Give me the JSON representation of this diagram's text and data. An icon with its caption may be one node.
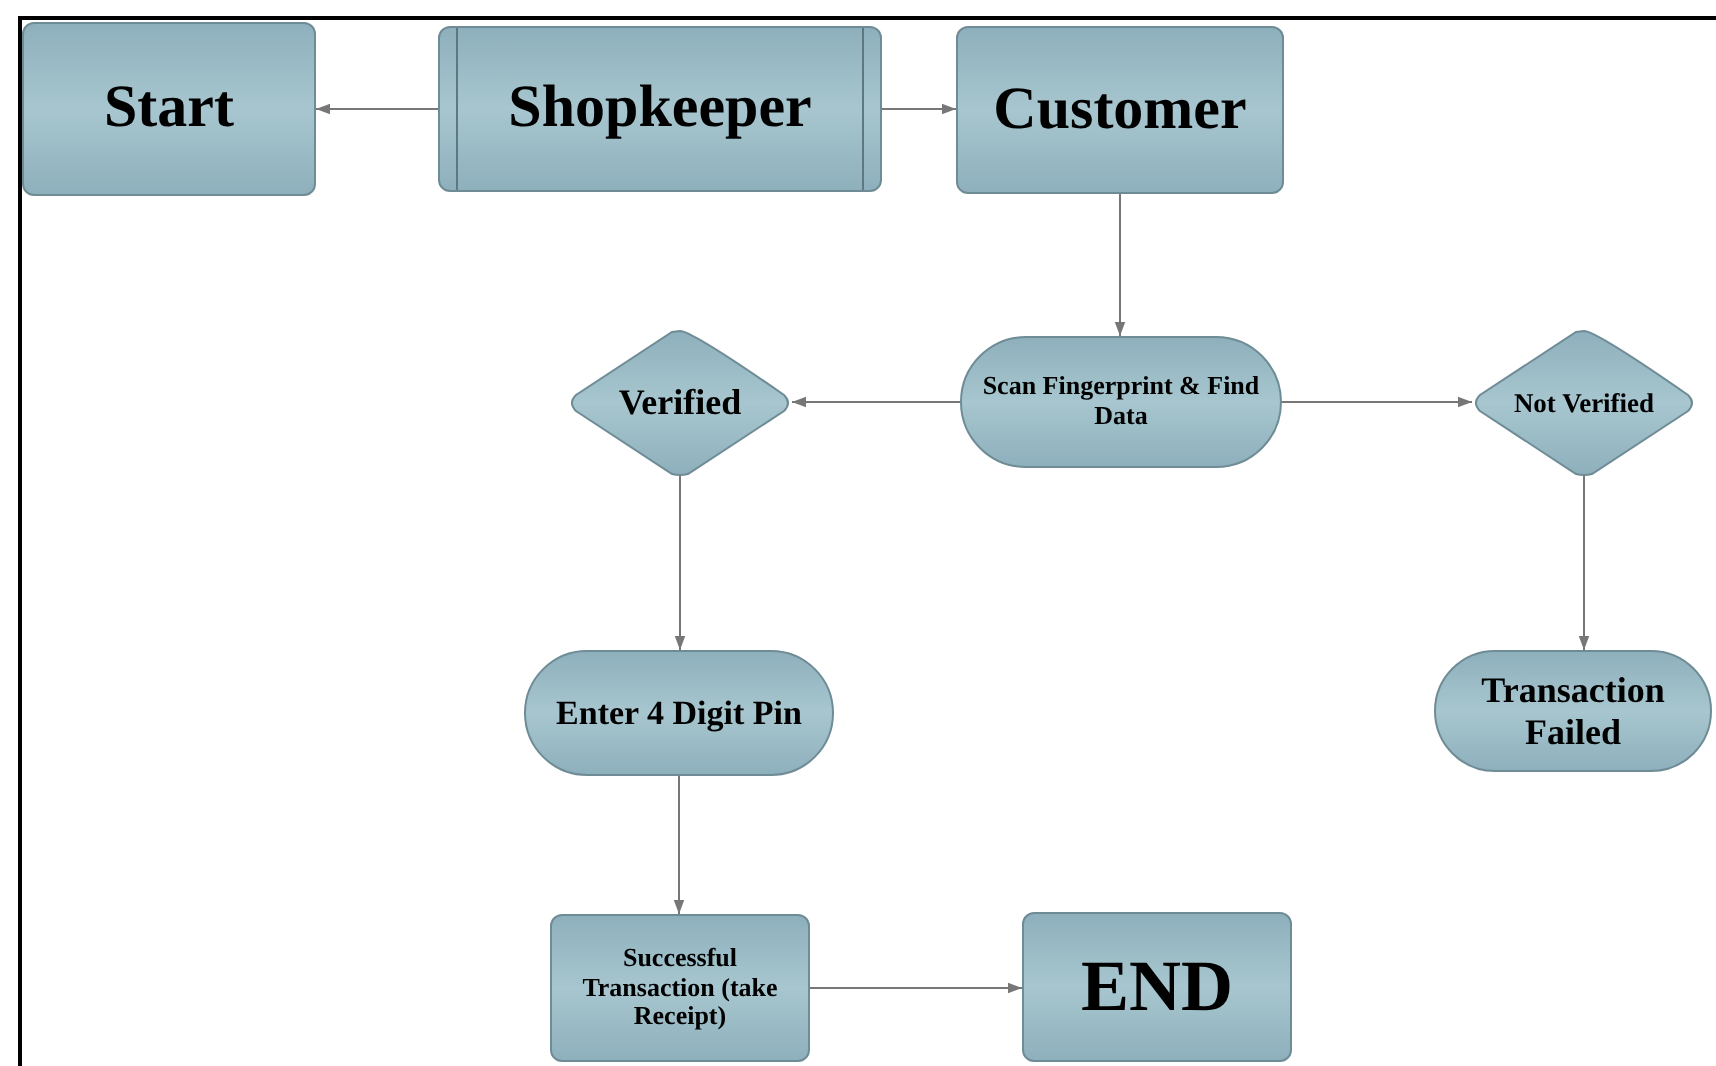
{
  "diagram": {
    "nodes": [
      {
        "text": [
          "Start"
        ]
      },
      {
        "text": [
          "Shopkeeper"
        ]
      },
      {
        "text": [
          "Customer"
        ]
      },
      {
        "text": [
          "Scan Fingerprint & Find Data"
        ]
      },
      {
        "text": [
          "Verified"
        ]
      },
      {
        "text": [
          "Not Verified"
        ]
      },
      {
        "text": [
          "Enter 4 Digit Pin"
        ]
      },
      {
        "text": [
          "Transaction Failed"
        ]
      },
      {
        "text": [
          "Successful Transaction (take Receipt)"
        ]
      },
      {
        "text": [
          "END"
        ]
      }
    ],
    "edges": [
      {
        "from": 1,
        "to": 0,
        "arrow": "to"
      },
      {
        "from": 1,
        "to": 2,
        "arrow": "to"
      },
      {
        "from": 2,
        "to": 3,
        "arrow": "to"
      },
      {
        "from": 3,
        "to": 4,
        "arrow": "to"
      },
      {
        "from": 3,
        "to": 5,
        "arrow": "to"
      },
      {
        "from": 4,
        "to": 6,
        "arrow": "to"
      },
      {
        "from": 5,
        "to": 7,
        "arrow": "to"
      },
      {
        "from": 6,
        "to": 8,
        "arrow": "to"
      },
      {
        "from": 8,
        "to": 9,
        "arrow": "to"
      }
    ]
  }
}
